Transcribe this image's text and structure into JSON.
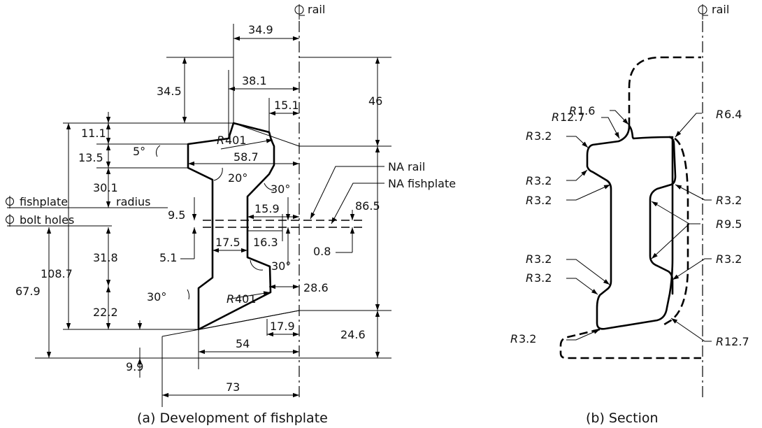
{
  "panel_a": {
    "caption": "(a) Development of fishplate",
    "cl_rail": "rail",
    "cl_fishplate": "fishplate",
    "radius": "radius",
    "cl_bolt_holes": "bolt holes",
    "na_rail": "NA rail",
    "na_fishplate": "NA fishplate",
    "radius_r401": "401",
    "angle_5": "5°",
    "angle_20": "20°",
    "angle_30": "30°",
    "dims": {
      "d34_9": "34.9",
      "d34_5": "34.5",
      "d38_1": "38.1",
      "d46": "46",
      "d15_1": "15.1",
      "d11_1": "11.1",
      "d58_7": "58.7",
      "d13_5": "13.5",
      "d30_1": "30.1",
      "d9_5": "9.5",
      "d15_9": "15.9",
      "d86_5": "86.5",
      "d17_5": "17.5",
      "d16_3": "16.3",
      "d5_1": "5.1",
      "d0_8": "0.8",
      "d31_8": "31.8",
      "d108_7": "108.7",
      "d28_6": "28.6",
      "d67_9": "67.9",
      "d22_2": "22.2",
      "d17_9": "17.9",
      "d24_6": "24.6",
      "d54": "54",
      "d9_9": "9.9",
      "d73": "73"
    }
  },
  "panel_b": {
    "caption": "(b) Section",
    "cl_rail": "rail",
    "radii": {
      "r1_6": "1.6",
      "r12_7": "12.7",
      "r6_4": "6.4",
      "r3_2": "3.2",
      "r9_5": "9.5"
    }
  }
}
